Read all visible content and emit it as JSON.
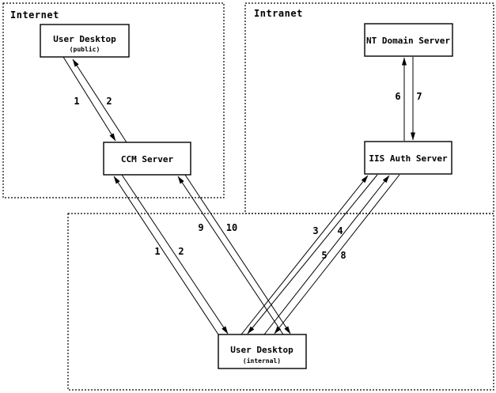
{
  "diagram": {
    "zones": {
      "internet": {
        "label": "Internet"
      },
      "intranet": {
        "label": "Intranet"
      }
    },
    "nodes": {
      "user_desktop_public": {
        "title": "User Desktop",
        "subtitle": "(public)"
      },
      "ccm_server": {
        "title": "CCM Server"
      },
      "nt_domain_server": {
        "title": "NT Domain Server"
      },
      "iis_auth_server": {
        "title": "IIS Auth Server"
      },
      "user_desktop_internal": {
        "title": "User Desktop",
        "subtitle": "(internal)"
      }
    },
    "edges": [
      {
        "label": "1",
        "from": "user_desktop_public",
        "to": "ccm_server"
      },
      {
        "label": "2",
        "from": "ccm_server",
        "to": "user_desktop_public"
      },
      {
        "label": "1",
        "from": "user_desktop_internal",
        "to": "ccm_server"
      },
      {
        "label": "2",
        "from": "ccm_server",
        "to": "user_desktop_internal"
      },
      {
        "label": "9",
        "from": "user_desktop_internal",
        "to": "ccm_server"
      },
      {
        "label": "10",
        "from": "ccm_server",
        "to": "user_desktop_internal"
      },
      {
        "label": "3",
        "from": "user_desktop_internal",
        "to": "iis_auth_server"
      },
      {
        "label": "4",
        "from": "iis_auth_server",
        "to": "user_desktop_internal"
      },
      {
        "label": "5",
        "from": "user_desktop_internal",
        "to": "iis_auth_server"
      },
      {
        "label": "8",
        "from": "iis_auth_server",
        "to": "user_desktop_internal"
      },
      {
        "label": "6",
        "from": "iis_auth_server",
        "to": "nt_domain_server"
      },
      {
        "label": "7",
        "from": "nt_domain_server",
        "to": "iis_auth_server"
      }
    ],
    "colors": {
      "line": "#000000",
      "background": "#ffffff",
      "box_fill": "#ffffff"
    }
  }
}
